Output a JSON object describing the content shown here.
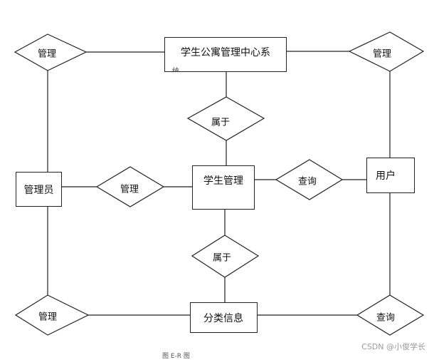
{
  "entities": {
    "system": "学生公寓管理中心系",
    "system_clipped": "统",
    "admin": "管理员",
    "student": "学生管理",
    "user": "用户",
    "info": "分类信息"
  },
  "relations": {
    "manage_top_left": "管理",
    "manage_top_right": "管理",
    "belong_top": "属于",
    "manage_middle": "管理",
    "query_middle": "查询",
    "belong_bottom": "属于",
    "manage_bottom_left": "管理",
    "query_bottom_right": "查询"
  },
  "watermark": "CSDN @小俊学长",
  "caption_fragment": "图 E-R 图"
}
